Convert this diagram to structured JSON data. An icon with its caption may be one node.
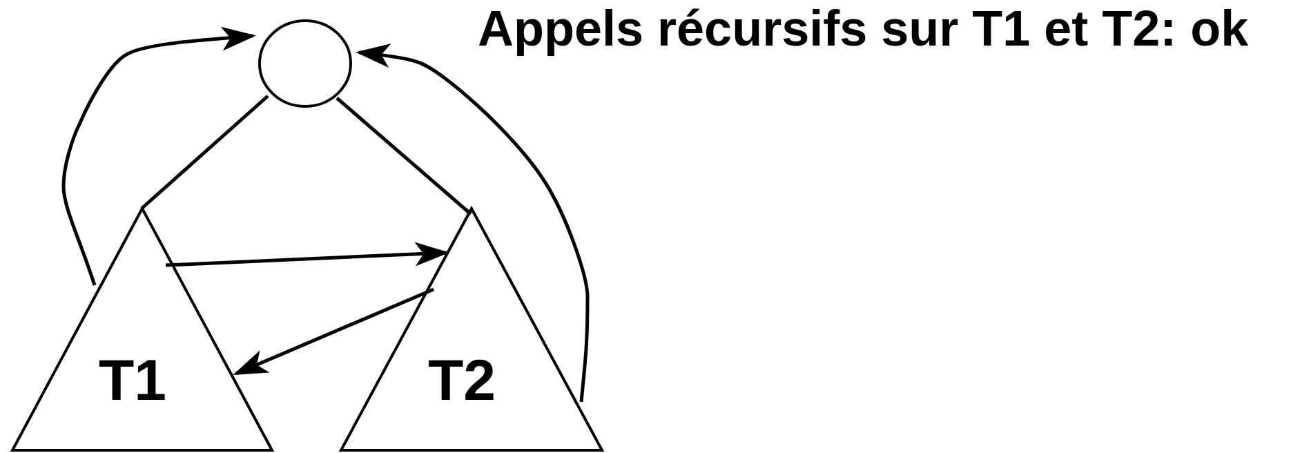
{
  "diagram": {
    "title": "Appels récursifs sur T1 et T2: ok",
    "nodes": [
      {
        "text": [],
        "shape": "circle"
      },
      {
        "text": [
          "T1"
        ]
      },
      {
        "text": [
          "T2"
        ]
      }
    ],
    "edges": [
      {
        "from": 0,
        "to": 1,
        "arrow": "none"
      },
      {
        "from": 0,
        "to": 2,
        "arrow": "none"
      },
      {
        "from": 1,
        "to": 2,
        "arrow": "to"
      },
      {
        "from": 2,
        "to": 1,
        "arrow": "to"
      },
      {
        "from": 1,
        "to": 0,
        "arrow": "to"
      },
      {
        "from": 2,
        "to": 0,
        "arrow": "to"
      }
    ]
  }
}
